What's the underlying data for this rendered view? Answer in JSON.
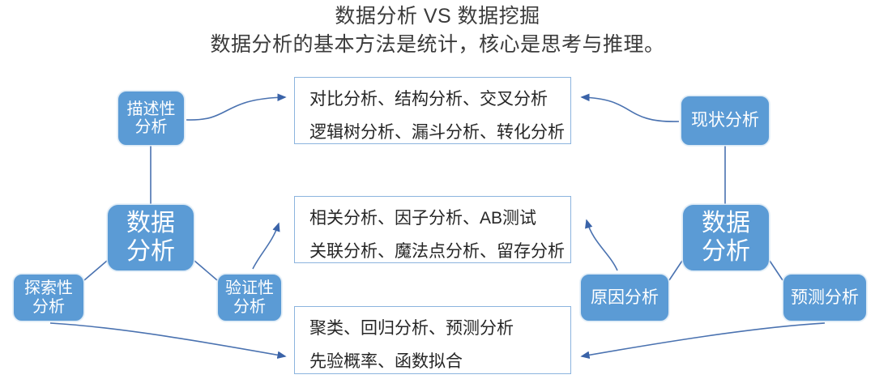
{
  "title": {
    "main": "数据分析 VS 数据挖掘",
    "sub": "数据分析的基本方法是统计，核心是思考与推理。"
  },
  "colors": {
    "node_fill": "#5B9BD5",
    "node_text": "#FFFFFF",
    "detail_border": "#8CB4DE",
    "detail_text": "#262626",
    "connector": "#4A72B0",
    "title_text": "#3B3B3B",
    "background": "#FFFFFF"
  },
  "left_cluster": {
    "center": {
      "line1": "数据",
      "line2": "分析"
    },
    "top": {
      "line1": "描述性",
      "line2": "分析"
    },
    "bottom_left": {
      "line1": "探索性",
      "line2": "分析"
    },
    "bottom_right": {
      "line1": "验证性",
      "line2": "分析"
    }
  },
  "right_cluster": {
    "center": {
      "line1": "数据",
      "line2": "分析"
    },
    "top": {
      "line1": "现状分析"
    },
    "bottom_left": {
      "line1": "原因分析"
    },
    "bottom_right": {
      "line1": "预测分析"
    }
  },
  "details": [
    {
      "id": "detail-descriptive",
      "row1": "对比分析、结构分析、交叉分析",
      "row2": "逻辑树分析、漏斗分析、转化分析"
    },
    {
      "id": "detail-confirmatory",
      "row1": "相关分析、因子分析、AB测试",
      "row2": "关联分析、魔法点分析、留存分析"
    },
    {
      "id": "detail-exploratory",
      "row1": "聚类、回归分析、预测分析",
      "row2": "先验概率、函数拟合"
    }
  ]
}
